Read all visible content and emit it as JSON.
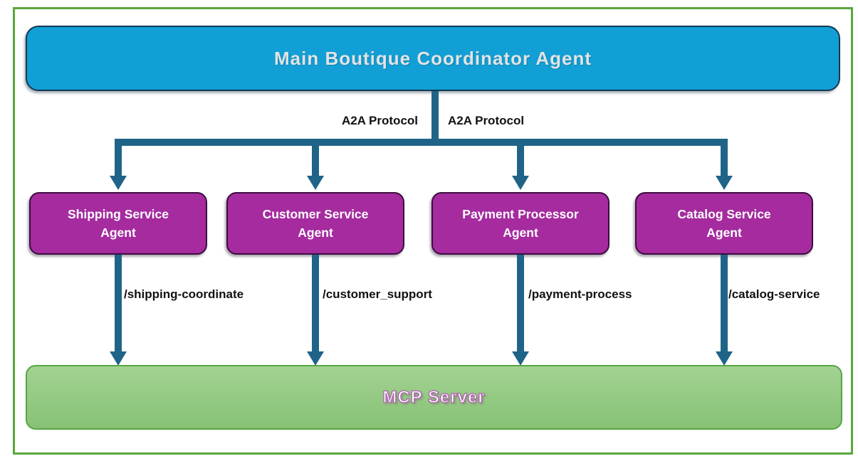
{
  "diagram": {
    "coordinator": {
      "label": "Main Boutique Coordinator Agent"
    },
    "protocol": {
      "left_label": "A2A Protocol",
      "right_label": "A2A Protocol"
    },
    "agents": [
      {
        "id": "shipping",
        "line1": "Shipping Service",
        "line2": "Agent",
        "endpoint": "/shipping-coordinate"
      },
      {
        "id": "customer",
        "line1": "Customer Service",
        "line2": "Agent",
        "endpoint": "/customer_support"
      },
      {
        "id": "payment",
        "line1": "Payment Processor",
        "line2": "Agent",
        "endpoint": "/payment-process"
      },
      {
        "id": "catalog",
        "line1": "Catalog Service",
        "line2": "Agent",
        "endpoint": "/catalog-service"
      }
    ],
    "server": {
      "label": "MCP Server"
    },
    "colors": {
      "frame_green": "#5aa63c",
      "coordinator_fill": "#119fd6",
      "coordinator_border": "#123a52",
      "coordinator_text": "#e3e3e3",
      "agent_fill": "#a52b9f",
      "agent_border": "#3c0e40",
      "agent_text": "#ffffff",
      "connector_teal": "#1f6488",
      "server_fill_top": "#a3d292",
      "server_fill_bottom": "#86c275",
      "server_border": "#58a546",
      "server_text_outline": "#b264b2",
      "annotation_text": "#111111"
    }
  }
}
